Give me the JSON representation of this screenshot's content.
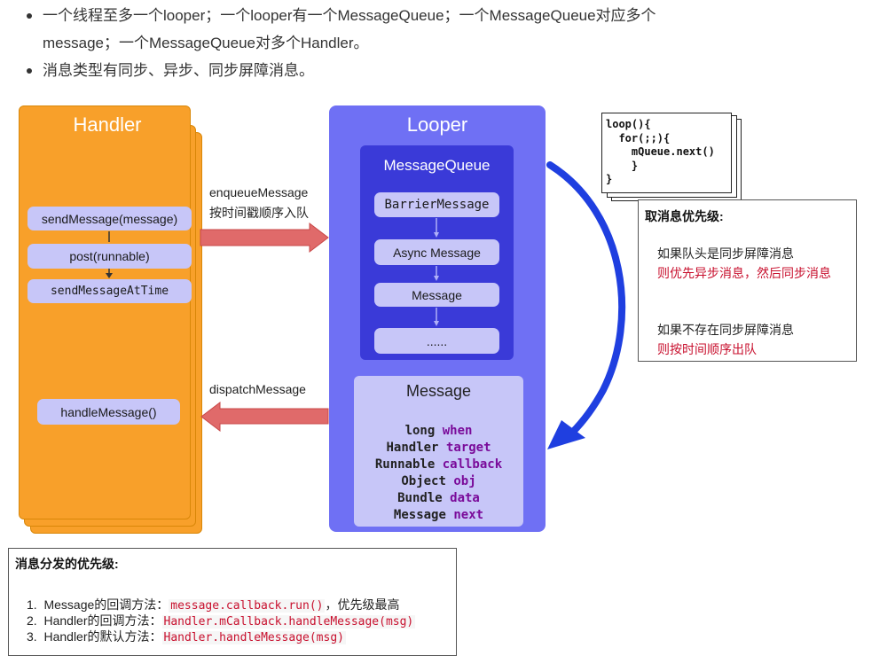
{
  "bullets": [
    "一个线程至多一个looper；一个looper有一个MessageQueue；一个MessageQueue对应多个",
    "message；一个MessageQueue对多个Handler。",
    "消息类型有同步、异步、同步屏障消息。"
  ],
  "handler": {
    "title": "Handler",
    "send_message": "sendMessage(message)",
    "post": "post(runnable)",
    "send_message_at_time": "sendMessageAtTime",
    "handle_message": "handleMessage()"
  },
  "arrows": {
    "enqueue_line1": "enqueueMessage",
    "enqueue_line2": "按时间戳顺序入队",
    "dispatch": "dispatchMessage"
  },
  "looper": {
    "title": "Looper",
    "queue_title": "MessageQueue",
    "queue_items": [
      "BarrierMessage",
      "Async Message",
      "Message",
      "......"
    ]
  },
  "message": {
    "title": "Message",
    "fields": [
      {
        "type": "long",
        "name": "when"
      },
      {
        "type": "Handler",
        "name": "target"
      },
      {
        "type": "Runnable",
        "name": "callback"
      },
      {
        "type": "Object",
        "name": "obj"
      },
      {
        "type": "Bundle",
        "name": "data"
      },
      {
        "type": "Message",
        "name": "next"
      }
    ]
  },
  "code": {
    "text": "loop(){\n  for(;;){\n    mQueue.next()\n    }\n}"
  },
  "fetch_priority": {
    "heading": "取消息优先级:",
    "case1": "如果队头是同步屏障消息",
    "case1_result": "则优先异步消息，然后同步消息",
    "case2": "如果不存在同步屏障消息",
    "case2_result": "则按时间顺序出队"
  },
  "dispatch_priority": {
    "heading": "消息分发的优先级:",
    "items": [
      {
        "num": "1.",
        "label": "Message的回调方法：",
        "code": "message.callback.run()",
        "suffix": "，优先级最高"
      },
      {
        "num": "2.",
        "label": "Handler的回调方法：",
        "code": "Handler.mCallback.handleMessage(msg)",
        "suffix": ""
      },
      {
        "num": "3.",
        "label": "Handler的默认方法：",
        "code": "Handler.handleMessage(msg)",
        "suffix": ""
      }
    ]
  },
  "colors": {
    "handler_orange": "#f8a02a",
    "looper_purple": "#6f70f4",
    "queue_blue": "#3a3ad8",
    "pill_lavender": "#c7c6f8",
    "arrow_red": "#e06060",
    "flow_blue": "#1f3fe0",
    "highlight_red": "#c8102e"
  }
}
